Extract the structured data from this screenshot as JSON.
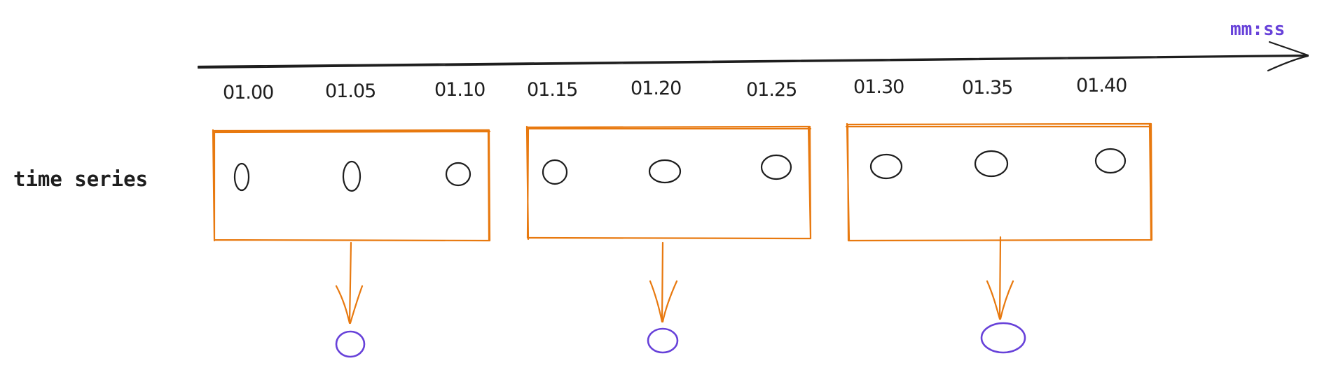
{
  "axis": {
    "unit_label": "mm:ss",
    "ticks": [
      "01.00",
      "01.05",
      "01.10",
      "01.15",
      "01.20",
      "01.25",
      "01.30",
      "01.35",
      "01.40"
    ]
  },
  "row_label": "time series",
  "windows": [
    {
      "points": 3
    },
    {
      "points": 3
    },
    {
      "points": 3
    }
  ],
  "colors": {
    "ink": "#1e1e1e",
    "window": "#e8790f",
    "aggregate": "#6741d9"
  }
}
